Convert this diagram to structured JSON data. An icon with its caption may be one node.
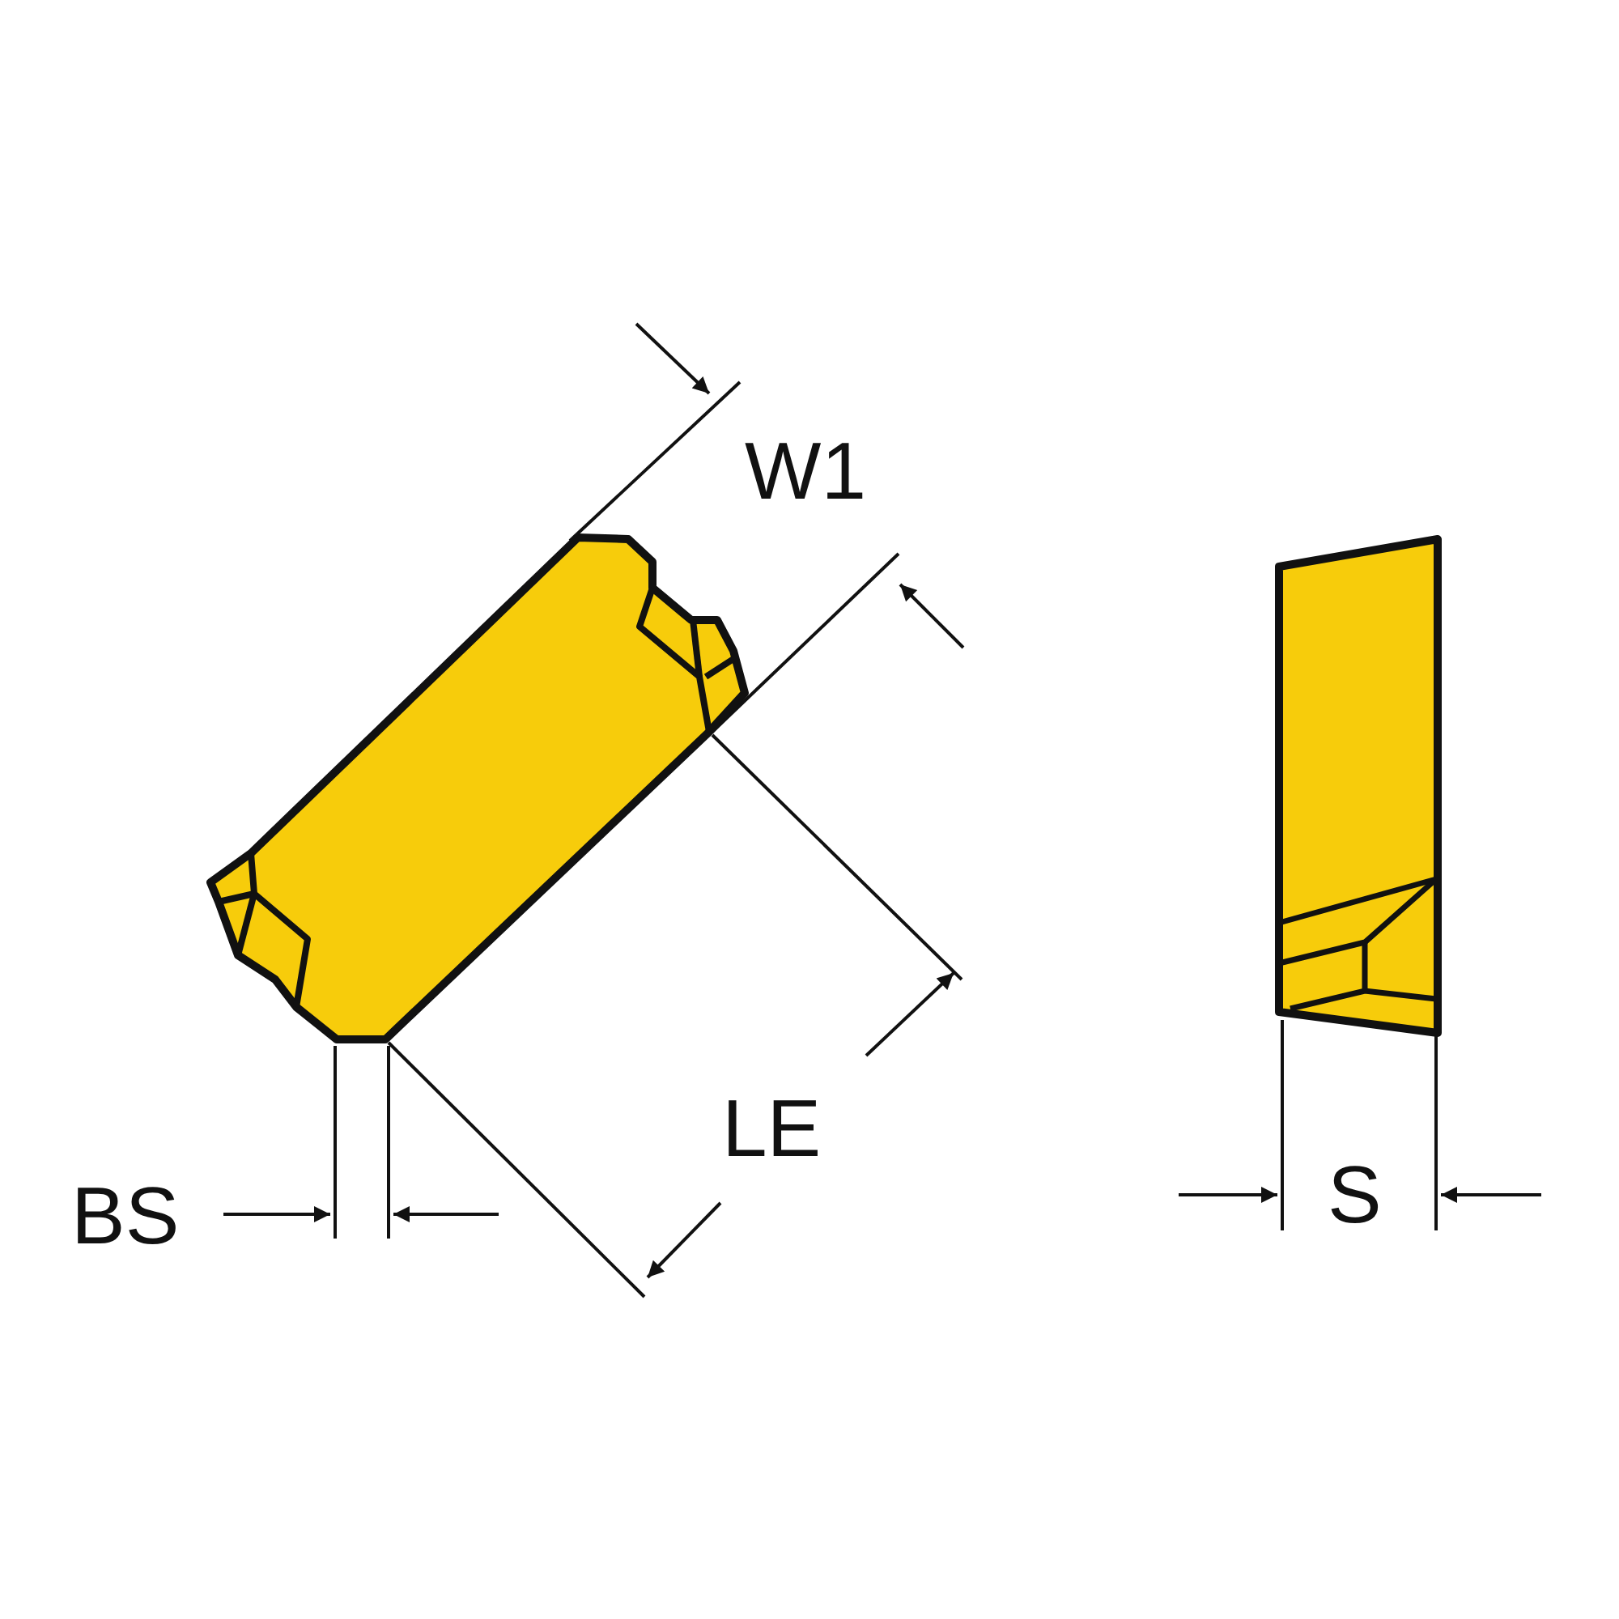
{
  "diagram": {
    "labels": [
      "W1",
      "LE",
      "BS",
      "S"
    ]
  }
}
